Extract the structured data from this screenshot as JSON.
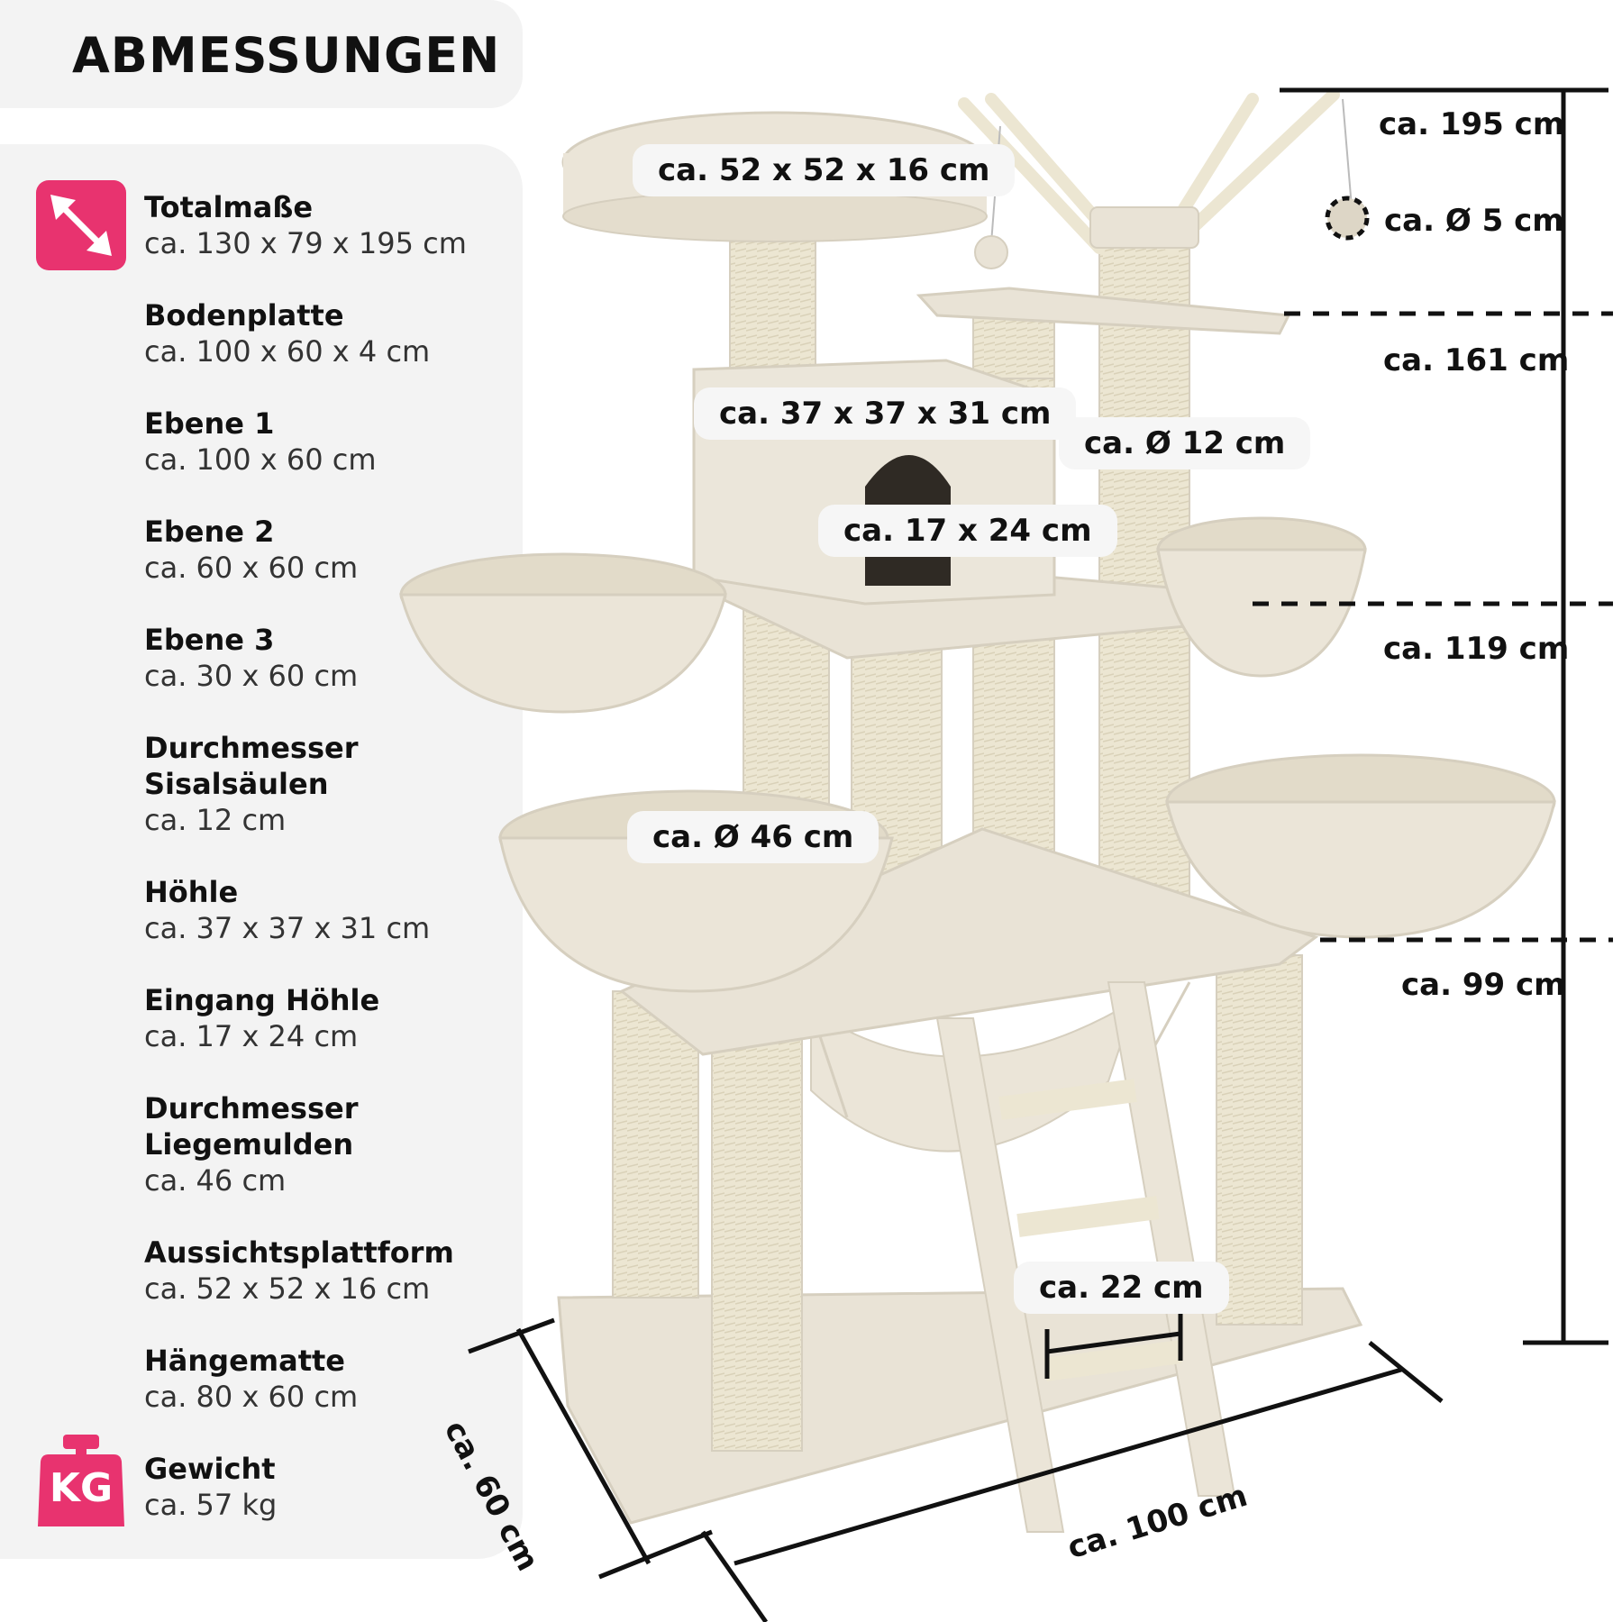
{
  "header": {
    "title": "ABMESSUNGEN"
  },
  "colors": {
    "accent": "#e8336f",
    "panel": "#f3f3f3",
    "plush": "#e9e3d6",
    "sisal": "#ece6d2"
  },
  "specs": [
    {
      "label": "Totalmaße",
      "value": "ca. 130 x 79 x 195 cm",
      "icon": "diagonal-arrow-icon"
    },
    {
      "label": "Bodenplatte",
      "value": "ca. 100 x 60 x 4 cm"
    },
    {
      "label": "Ebene 1",
      "value": "ca. 100 x 60 cm"
    },
    {
      "label": "Ebene 2",
      "value": "ca. 60 x 60 cm"
    },
    {
      "label": "Ebene 3",
      "value": "ca. 30 x 60 cm"
    },
    {
      "label": "Durchmesser\nSisalsäulen",
      "value": "ca. 12 cm"
    },
    {
      "label": "Höhle",
      "value": "ca. 37 x 37 x 31 cm"
    },
    {
      "label": "Eingang Höhle",
      "value": "ca. 17 x 24 cm"
    },
    {
      "label": "Durchmesser\nLiegemulden",
      "value": "ca. 46 cm"
    },
    {
      "label": "Aussichtsplattform",
      "value": "ca. 52 x 52 x 16 cm"
    },
    {
      "label": "Hängematte",
      "value": "ca. 80 x 60 cm"
    },
    {
      "label": "Gewicht",
      "value": "ca. 57 kg",
      "icon": "weight-icon",
      "icon_text": "KG"
    }
  ],
  "tags": {
    "platform": "ca. 52 x 52 x 16 cm",
    "cave": "ca. 37 x 37 x 31 cm",
    "pillar": "ca. Ø 12 cm",
    "entrance": "ca. 17 x 24 cm",
    "bowl": "ca. Ø 46 cm",
    "step": "ca. 22 cm"
  },
  "heights": {
    "total": "ca. 195 cm",
    "ball": "ca. Ø 5 cm",
    "level3": "ca. 161 cm",
    "level2": "ca. 119 cm",
    "level1": "ca. 99 cm"
  },
  "base": {
    "depth": "ca. 60 cm",
    "width": "ca. 100 cm"
  }
}
